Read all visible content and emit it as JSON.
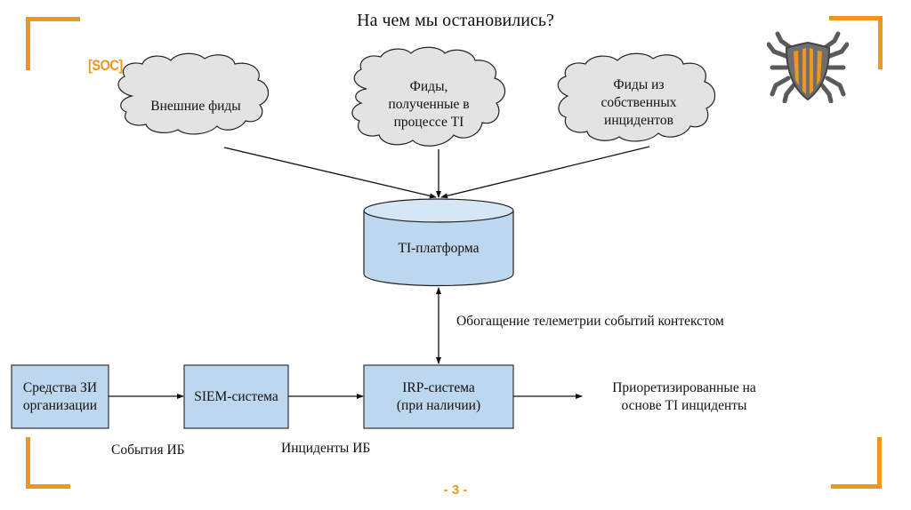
{
  "slide": {
    "title": "На чем мы остановились?",
    "tag": "[SOC]",
    "page_number": "- 3 -",
    "accent_color": "#f0961e",
    "logo": "shield-bug-logo"
  },
  "clouds": [
    {
      "id": "external-feeds",
      "lines": [
        "Внешние фиды"
      ]
    },
    {
      "id": "ti-feeds",
      "lines": [
        "Фиды,",
        "полученные в",
        "процессе TI"
      ]
    },
    {
      "id": "own-incident-feeds",
      "lines": [
        "Фиды из",
        "собственных",
        "инцидентов"
      ]
    }
  ],
  "platform": {
    "label": "TI-платформа",
    "fill": "#bdd7ee"
  },
  "enrichment_label": "Обогащение телеметрии событий контекстом",
  "boxes": [
    {
      "id": "security-tools",
      "lines": [
        "Средства ЗИ",
        "организации"
      ]
    },
    {
      "id": "siem",
      "lines": [
        "SIEM-система"
      ]
    },
    {
      "id": "irp",
      "lines": [
        "IRP-система",
        "(при наличии)"
      ]
    }
  ],
  "flow_labels": {
    "events": "События ИБ",
    "incidents": "Инциденты ИБ",
    "output_line1": "Приоретизированные на",
    "output_line2": "основе TI инциденты"
  }
}
